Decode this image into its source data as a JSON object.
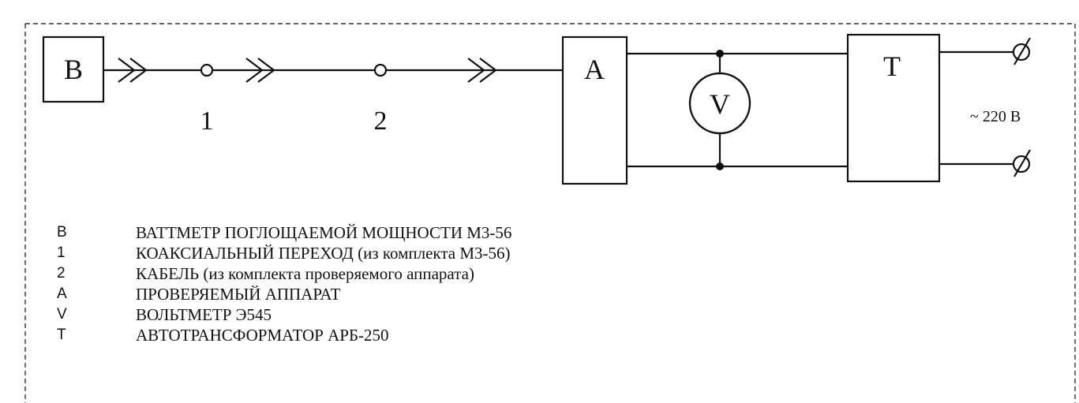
{
  "blocks": {
    "wattmeter": "B",
    "adapter": "1",
    "cable": "2",
    "device": "A",
    "voltmeter": "V",
    "transformer": "T"
  },
  "supply_label": "~ 220 B",
  "legend": [
    {
      "key": "B",
      "desc": "ВАТТМЕТР ПОГЛОЩАЕМОЙ МОЩНОСТИ М3-56"
    },
    {
      "key": "1",
      "desc": "КОАКСИАЛЬНЫЙ ПЕРЕХОД (из комплекта М3-56)"
    },
    {
      "key": "2",
      "desc": "КАБЕЛЬ (из комплекта проверяемого аппарата)"
    },
    {
      "key": "A",
      "desc": "ПРОВЕРЯЕМЫЙ АППАРАТ"
    },
    {
      "key": "V",
      "desc": "ВОЛЬТМЕТР Э545"
    },
    {
      "key": "T",
      "desc": "АВТОТРАНСФОРМАТОР АРБ-250"
    }
  ]
}
